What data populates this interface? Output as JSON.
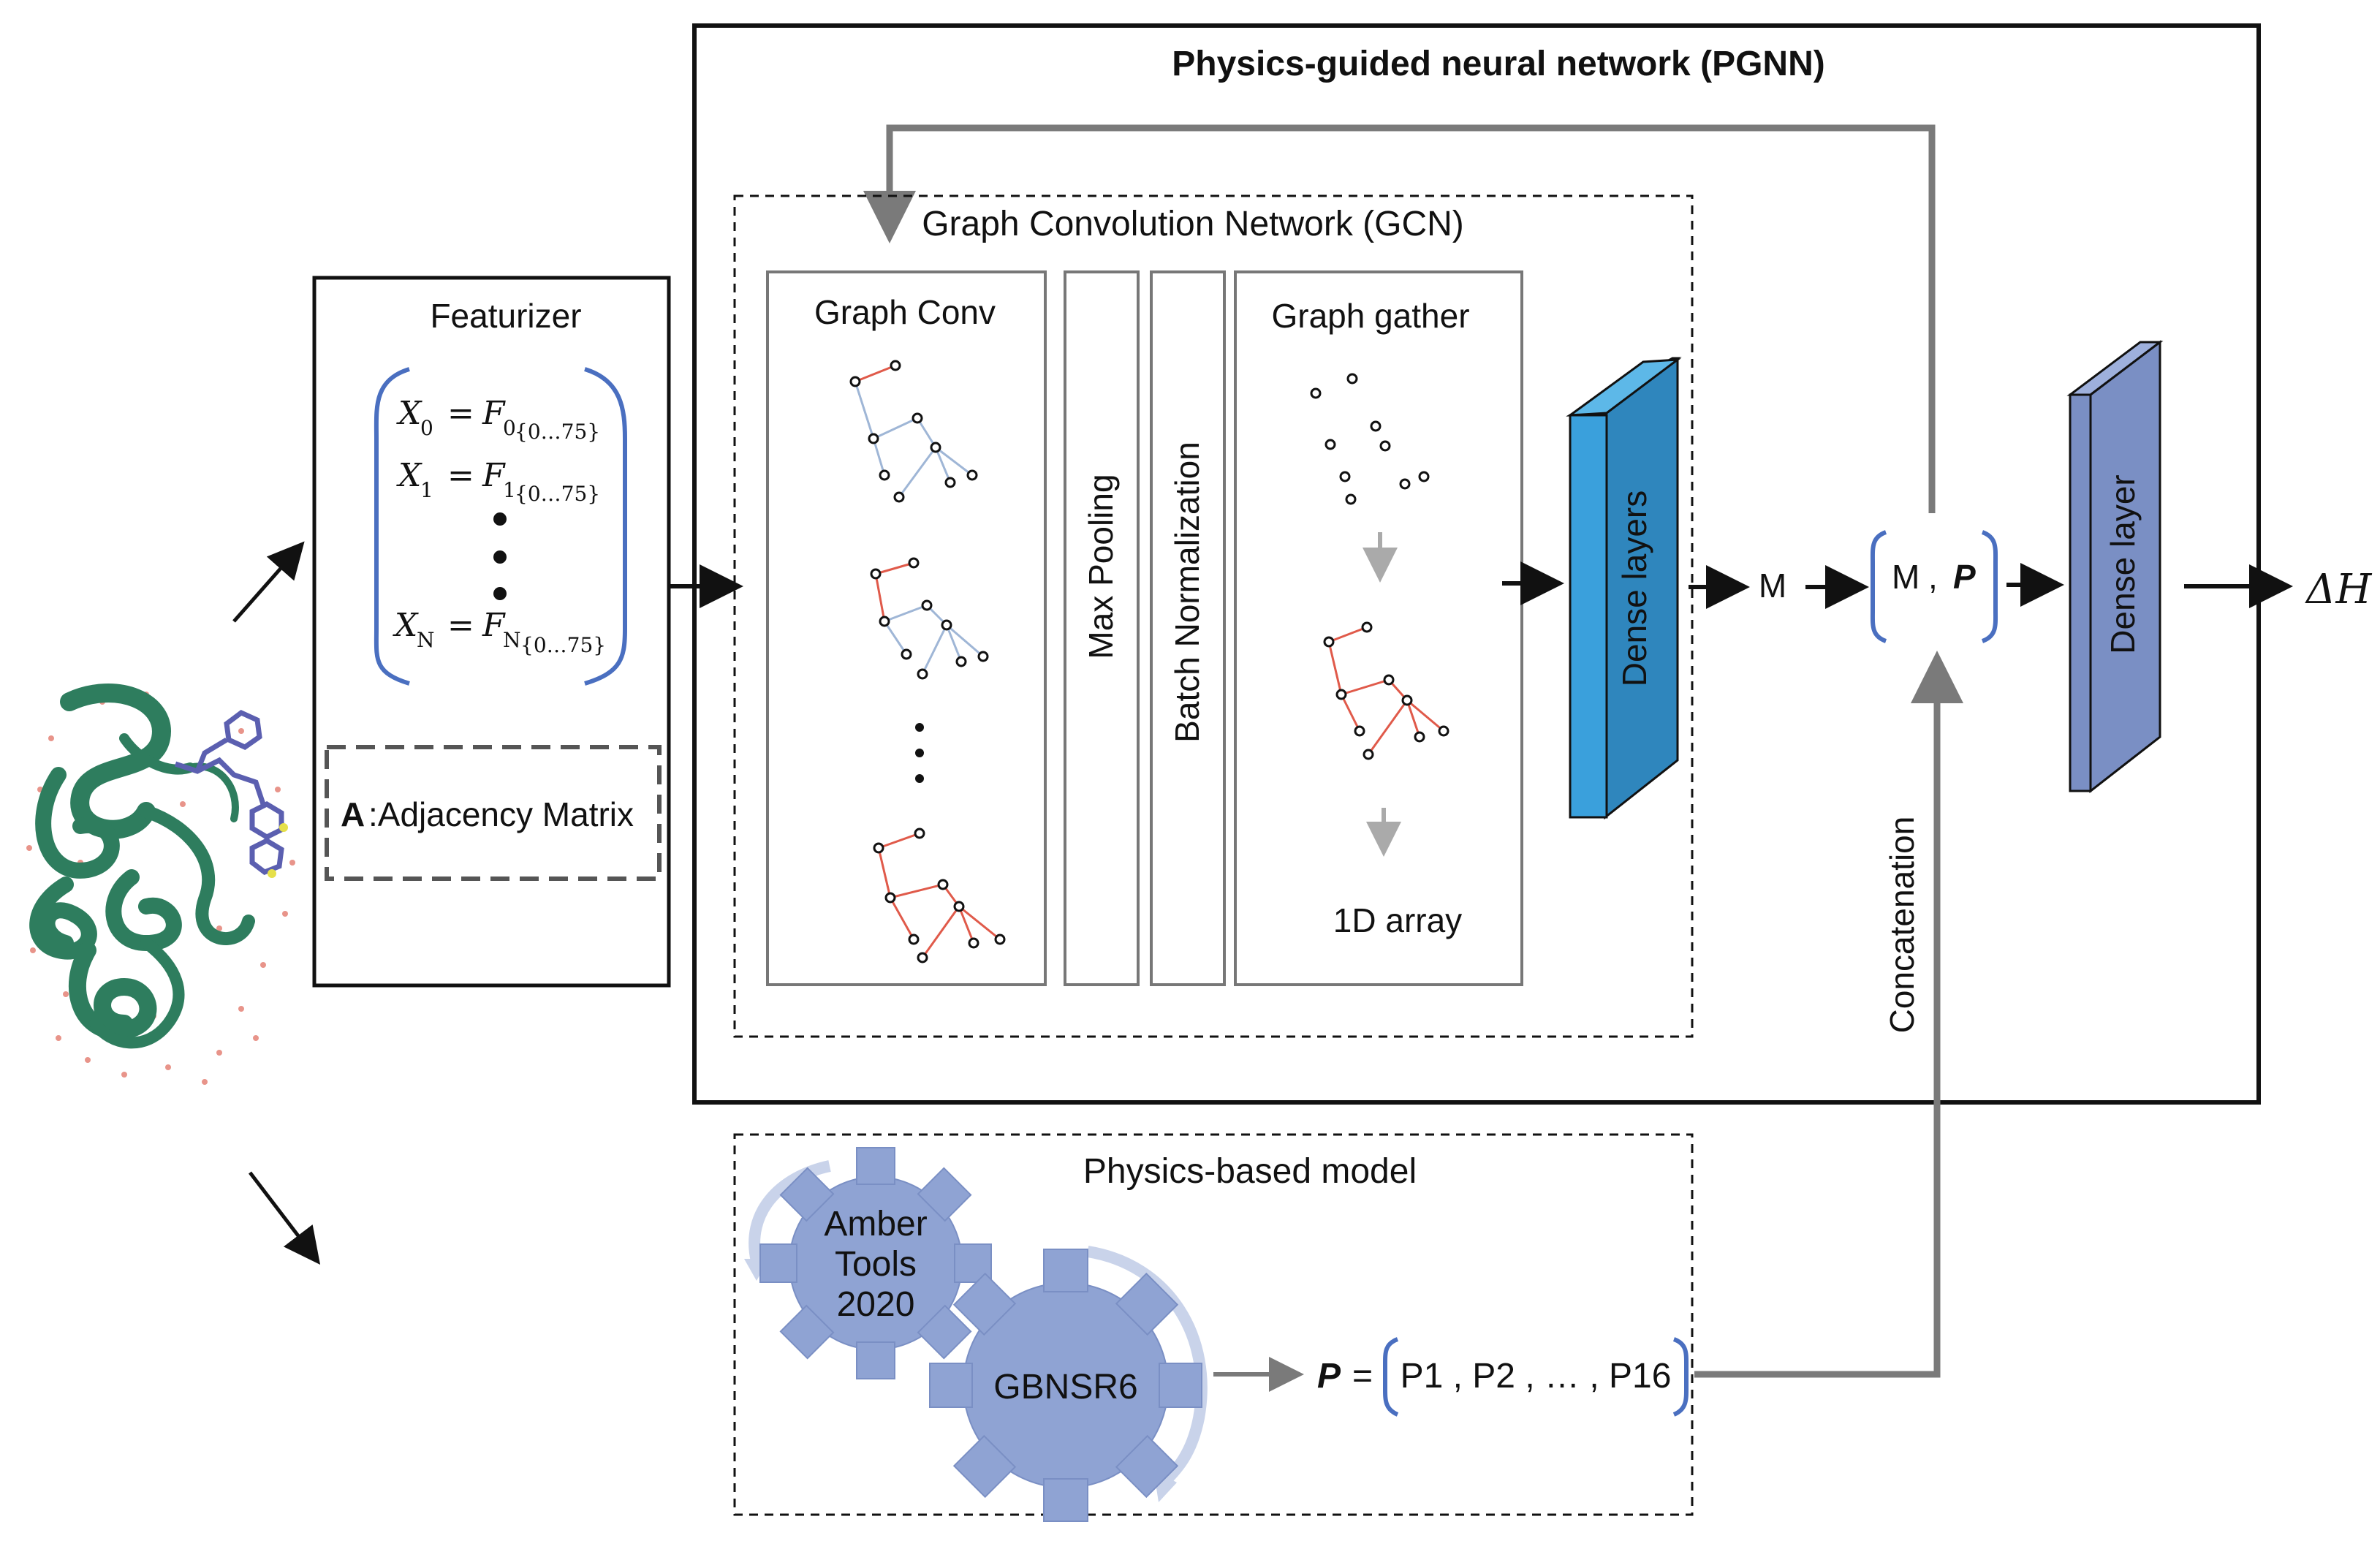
{
  "pgnn": {
    "title": "Physics-guided neural network (PGNN)"
  },
  "gcn": {
    "title": "Graph Convolution Network (GCN)"
  },
  "featurizer": {
    "title": "Featurizer",
    "rows": [
      {
        "lhs": "X",
        "lhs_sub": "0",
        "rhs": "F",
        "rhs_sub": "0",
        "range": "{0…75}"
      },
      {
        "lhs": "X",
        "lhs_sub": "1",
        "rhs": "F",
        "rhs_sub": "1",
        "range": "{0…75}"
      },
      {
        "lhs": "X",
        "lhs_sub": "N",
        "rhs": "F",
        "rhs_sub": "N",
        "range": "{0…75}"
      }
    ],
    "equals": "=",
    "adjacency_bold": "A",
    "adjacency_label": ":Adjacency Matrix"
  },
  "columns": {
    "graph_conv": "Graph Conv",
    "max_pooling": "Max Pooling",
    "batch_norm": "Batch Normalization",
    "graph_gather": "Graph gather",
    "array_1d": "1D array"
  },
  "dense_layers": "Dense layers",
  "dense_layer": "Dense layer",
  "m_label": "M",
  "mp_label": {
    "m": "M",
    "comma": ",",
    "p": "P"
  },
  "output": "ΔH",
  "concatenation": "Concatenation",
  "physics": {
    "title": "Physics-based model",
    "gear1": [
      "Amber",
      "Tools",
      "2020"
    ],
    "gear2": "GBNSR6",
    "p_bold": "P",
    "p_equals": "=",
    "p_vector": "P1 , P2 , … , P16"
  },
  "colors": {
    "dense_layers": "#3aa0dc",
    "dense_layer": "#7a8fc4",
    "gear": "#8fa3d3",
    "bracket": "#4a6fc0",
    "arrow_gray": "#7a7a7a",
    "protein": "#2e7d5e",
    "edge_red": "#e05a4a",
    "edge_blue": "#9fb6d6"
  }
}
